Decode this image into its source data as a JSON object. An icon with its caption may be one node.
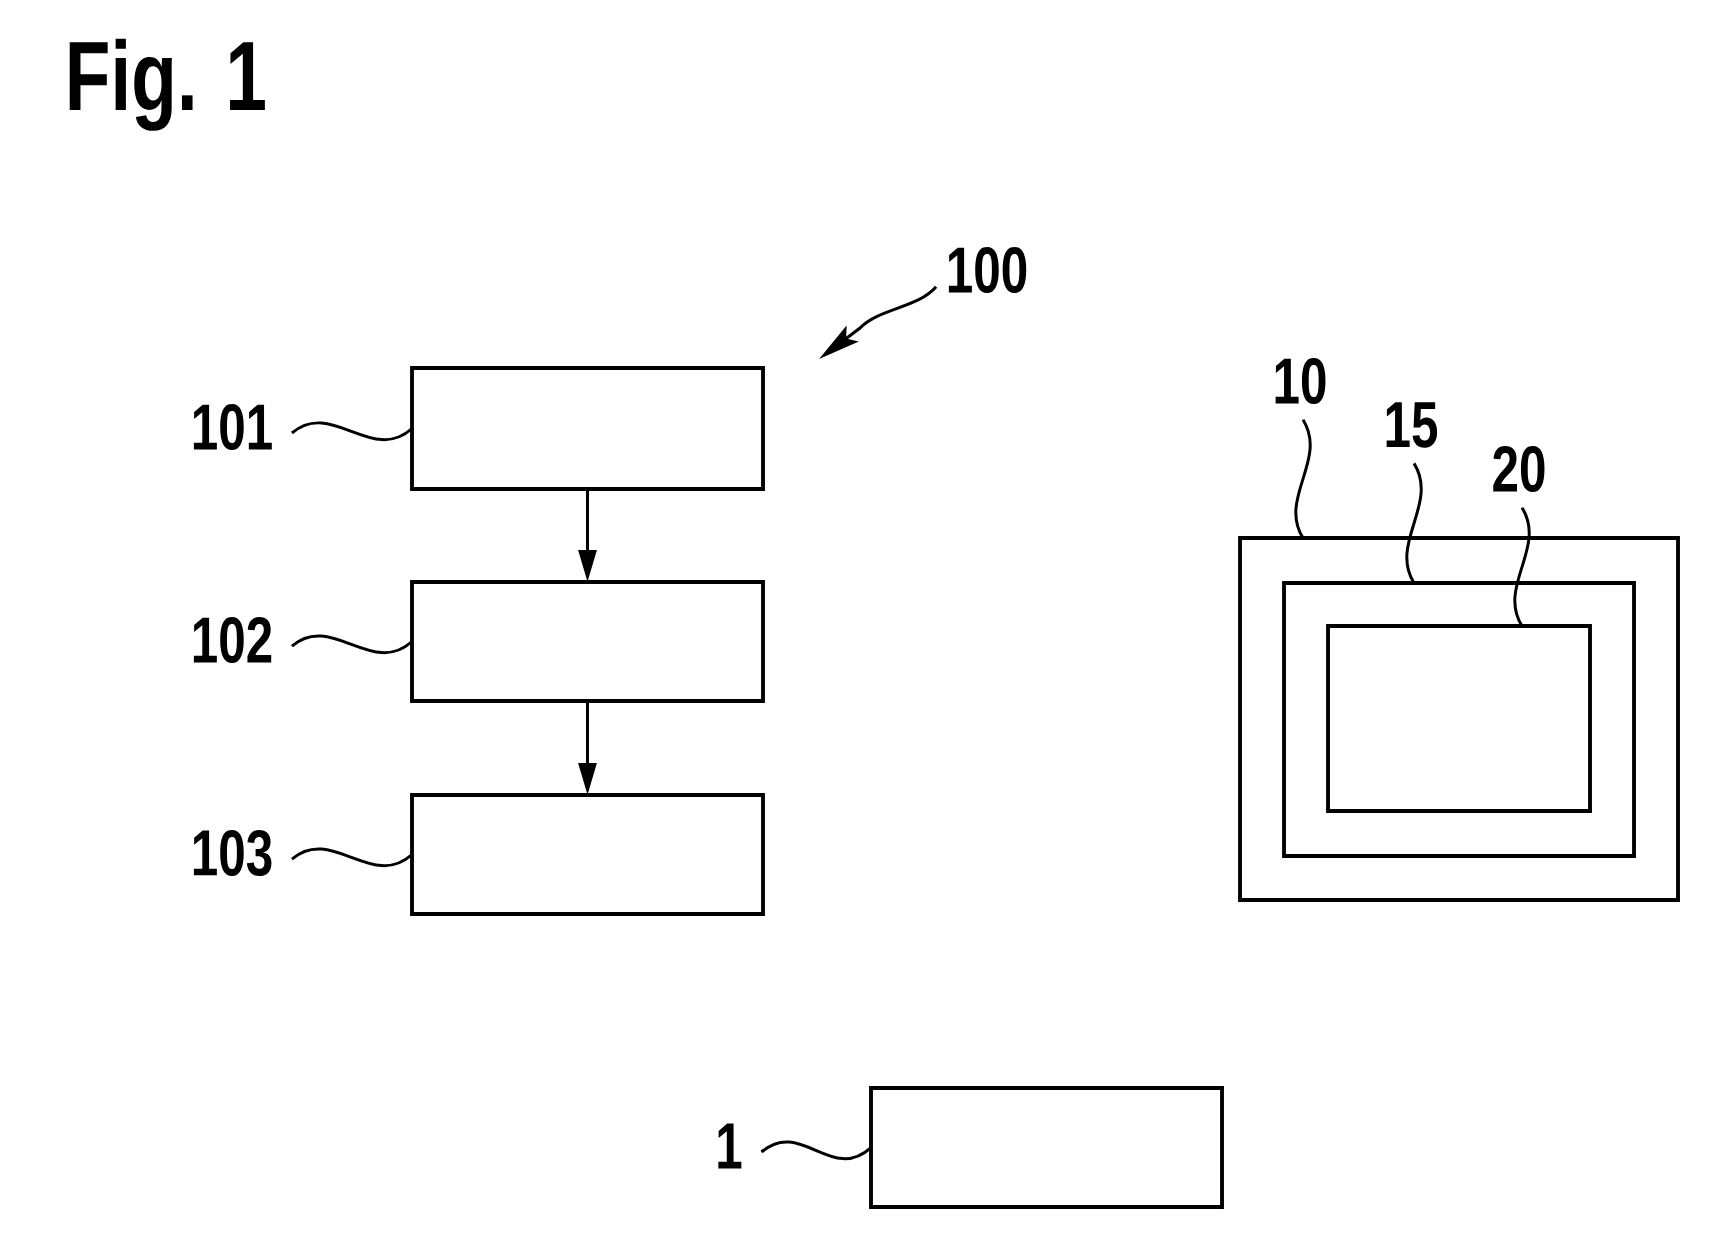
{
  "diagram": {
    "title": "Fig. 1",
    "nodes": [
      {
        "text": [
          "100"
        ]
      },
      {
        "text": [
          "101"
        ]
      },
      {
        "text": [],
        "shape": "box"
      },
      {
        "text": [
          "102"
        ]
      },
      {
        "text": [],
        "shape": "box"
      },
      {
        "text": [
          "103"
        ]
      },
      {
        "text": [],
        "shape": "box"
      },
      {
        "text": [
          "10"
        ]
      },
      {
        "text": [
          "15"
        ]
      },
      {
        "text": [
          "20"
        ]
      },
      {
        "text": [],
        "shape": "box"
      },
      {
        "text": [],
        "shape": "box",
        "in": 10
      },
      {
        "text": [],
        "shape": "box",
        "in": 11
      },
      {
        "text": [
          "1"
        ]
      },
      {
        "text": [],
        "shape": "box"
      }
    ],
    "edges": [
      {
        "from": 0,
        "to": null,
        "arrow": "to"
      },
      {
        "from": 1,
        "to": 2,
        "arrow": "none"
      },
      {
        "from": 2,
        "to": 4,
        "arrow": "to"
      },
      {
        "from": 3,
        "to": 4,
        "arrow": "none"
      },
      {
        "from": 4,
        "to": 6,
        "arrow": "to"
      },
      {
        "from": 5,
        "to": 6,
        "arrow": "none"
      },
      {
        "from": 7,
        "to": 10,
        "arrow": "none"
      },
      {
        "from": 8,
        "to": 11,
        "arrow": "none"
      },
      {
        "from": 9,
        "to": 12,
        "arrow": "none"
      },
      {
        "from": 13,
        "to": 14,
        "arrow": "none"
      }
    ]
  }
}
